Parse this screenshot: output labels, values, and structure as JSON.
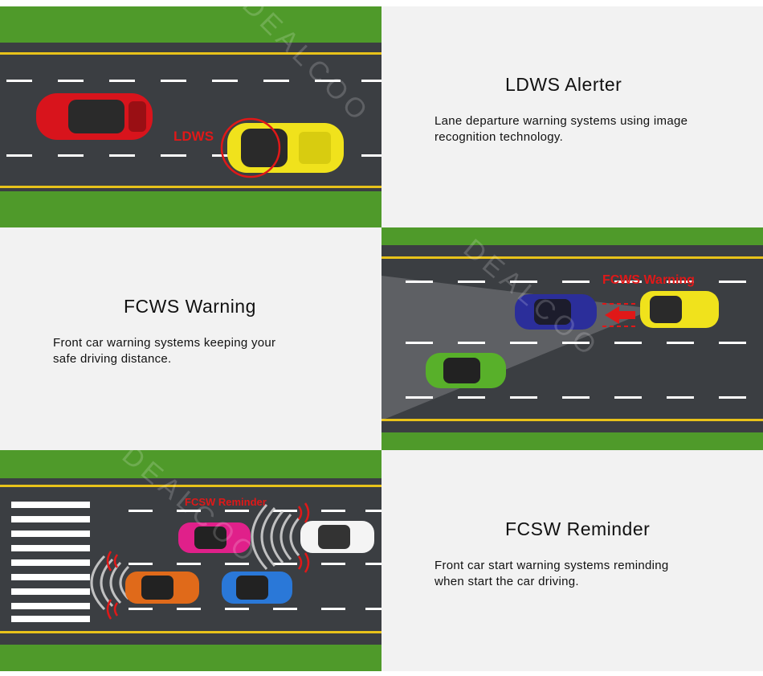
{
  "sections": [
    {
      "title": "LDWS Alerter",
      "description_lines": [
        "Lane departure warning systems using image",
        "recognition technology."
      ],
      "scene_label": "LDWS"
    },
    {
      "title": "FCWS Warning",
      "description_lines": [
        "Front car warning systems keeping your",
        "safe driving distance."
      ],
      "scene_label": "FCWS Warning"
    },
    {
      "title": "FCSW Reminder",
      "description_lines": [
        "Front car start warning systems reminding",
        "when start the car driving."
      ],
      "scene_label": "FCSW Reminder"
    }
  ],
  "watermark": "DEALCOO",
  "colors": {
    "grass": "#4f9a2a",
    "road": "#3b3e42",
    "lane_line": "#ffffff",
    "edge_line": "#e8c21a",
    "warning_red": "#e01818",
    "car_red": "#d8141c",
    "car_yellow": "#f0e21c",
    "car_blue": "#2b2e9a",
    "car_green": "#58b02a",
    "car_pink": "#e0208a",
    "car_white": "#f4f4f4",
    "car_orange": "#e06a1a",
    "car_lightblue": "#2a78d8"
  }
}
